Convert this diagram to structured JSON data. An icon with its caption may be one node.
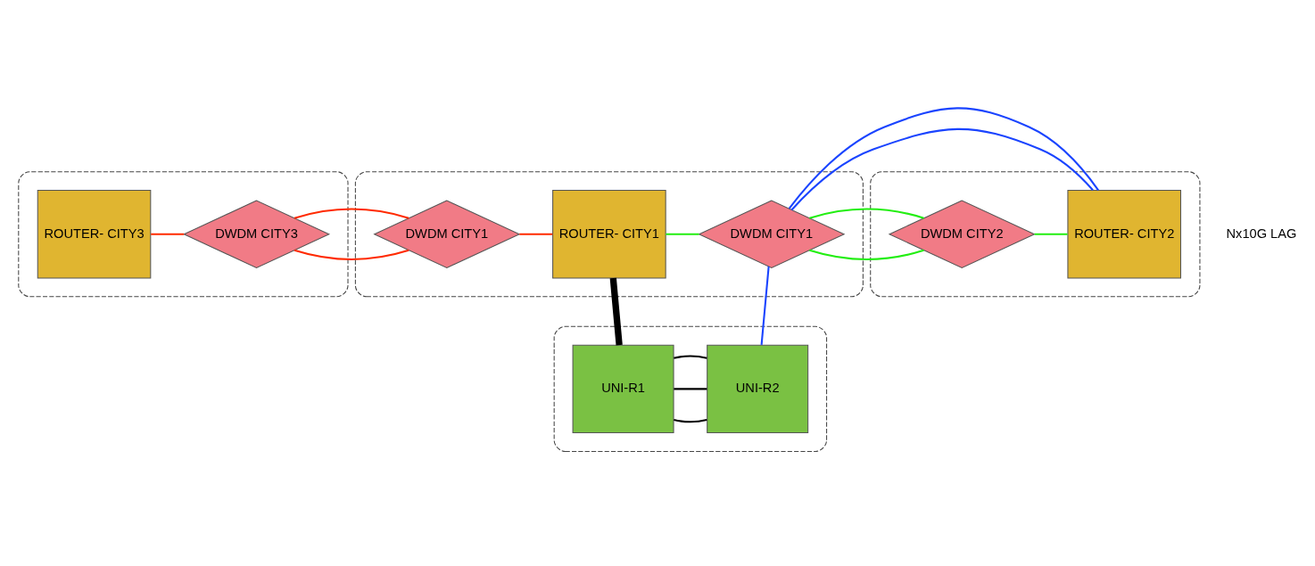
{
  "diagram": {
    "nodes": [
      {
        "text": [],
        "shape": "ellipse"
      },
      {
        "text": [
          "ROUTER- CITY3"
        ],
        "in": 0
      },
      {
        "text": [
          "DWDM CITY3"
        ],
        "in": 0
      },
      {
        "text": [],
        "shape": "ellipse"
      },
      {
        "text": [
          "DWDM CITY1"
        ],
        "in": 3
      },
      {
        "text": [
          "ROUTER- CITY1"
        ],
        "in": 3
      },
      {
        "text": [
          "DWDM CITY1"
        ],
        "in": 3
      },
      {
        "text": [],
        "shape": "ellipse"
      },
      {
        "text": [
          "DWDM CITY2"
        ],
        "in": 7
      },
      {
        "text": [
          "ROUTER- CITY2"
        ],
        "in": 7
      },
      {
        "text": [],
        "shape": "ellipse"
      },
      {
        "text": [
          "UNI-R1"
        ],
        "in": 10
      },
      {
        "text": [
          "UNI-R2"
        ],
        "in": 10
      }
    ],
    "edges": [
      {
        "from": 1,
        "to": 2,
        "arrow": "none",
        "color": "#ff2a00"
      },
      {
        "from": 2,
        "to": 4,
        "arrow": "none",
        "color": "#ff2a00"
      },
      {
        "from": 4,
        "to": 5,
        "arrow": "none",
        "color": "#ff2a00"
      },
      {
        "from": 5,
        "to": 6,
        "arrow": "none",
        "color": "#22ee11"
      },
      {
        "from": 6,
        "to": 8,
        "arrow": "none",
        "color": "#22ee11"
      },
      {
        "from": 8,
        "to": 9,
        "arrow": "none",
        "color": "#22ee11"
      },
      {
        "from": 6,
        "to": 9,
        "arrow": "none",
        "color": "#1a44ff"
      },
      {
        "from": 6,
        "to": 12,
        "arrow": "none",
        "color": "#1a44ff"
      },
      {
        "from": 5,
        "to": 11,
        "arrow": "none",
        "style": "thick",
        "color": "#000000"
      },
      {
        "from": 11,
        "to": 12,
        "arrow": "none",
        "color": "#000000"
      },
      {
        "from": 11,
        "to": 12,
        "arrow": "none",
        "color": "#000000"
      },
      {
        "from": 11,
        "to": 12,
        "arrow": "none",
        "color": "#000000"
      }
    ],
    "labels": [
      "Nx10G LAG"
    ]
  }
}
